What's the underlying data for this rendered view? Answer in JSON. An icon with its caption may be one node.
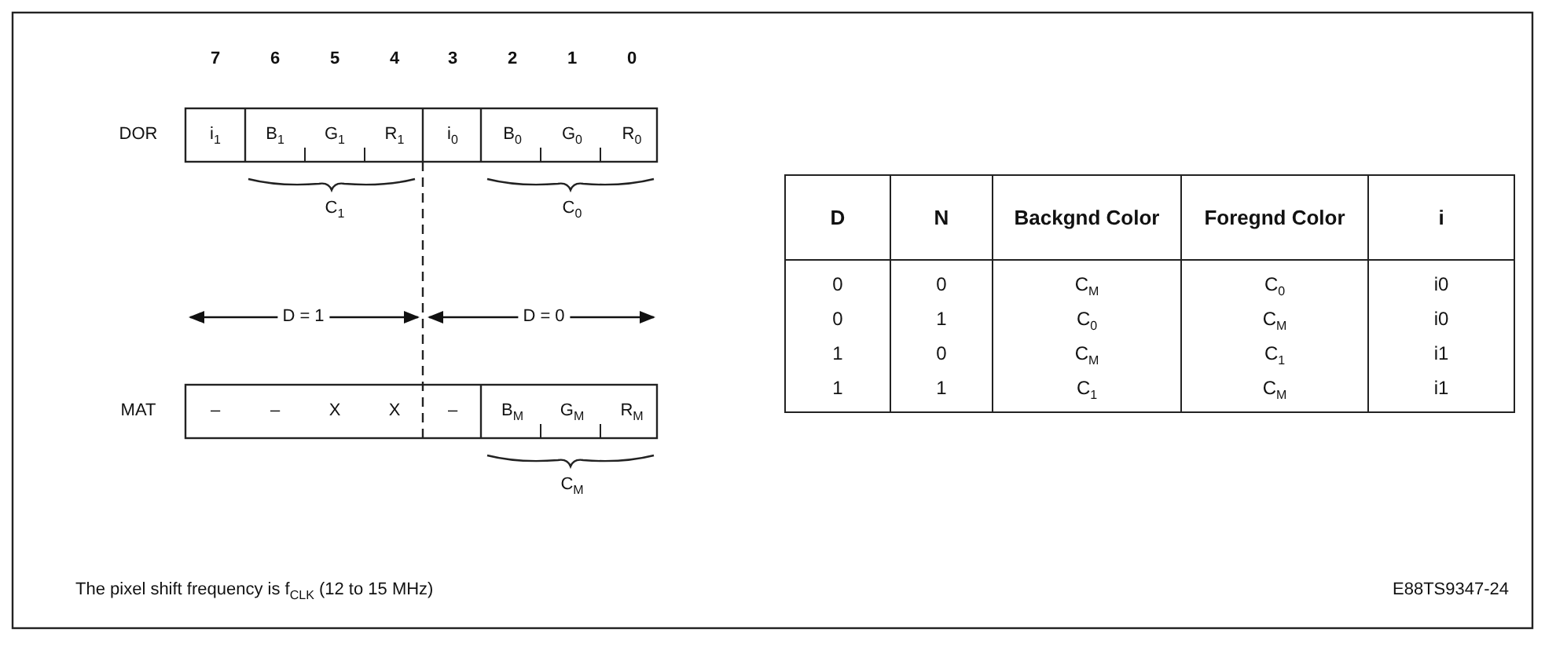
{
  "diagram": {
    "labels": [
      "7",
      "6",
      "5",
      "4",
      "3",
      "2",
      "1",
      "0",
      "DOR",
      "i$_{1}$",
      "B$_{1}$",
      "G$_{1}$",
      "R$_{1}$",
      "i$_{0}$",
      "B$_{0}$",
      "G$_{0}$",
      "R$_{0}$",
      "C$_{1}$",
      "C$_{0}$",
      "D = 1",
      "D = 0",
      "MAT",
      "–",
      "–",
      "X",
      "X",
      "–",
      "B$_{M}$",
      "G$_{M}$",
      "R$_{M}$",
      "C$_{M}$",
      "D",
      "N",
      "Backgnd Color",
      "Foregnd Color",
      "i",
      "0",
      "0",
      "C$_{M}$",
      "C$_{0}$",
      "i0",
      "0",
      "1",
      "C$_{0}$",
      "C$_{M}$",
      "i0",
      "1",
      "0",
      "C$_{M}$",
      "C$_{1}$",
      "i1",
      "1",
      "1",
      "C$_{1}$",
      "C$_{M}$",
      "i1",
      "The pixel shift frequency is f$_{CLK}$ (12 to 15 MHz)",
      "E88TS9347-24"
    ]
  }
}
